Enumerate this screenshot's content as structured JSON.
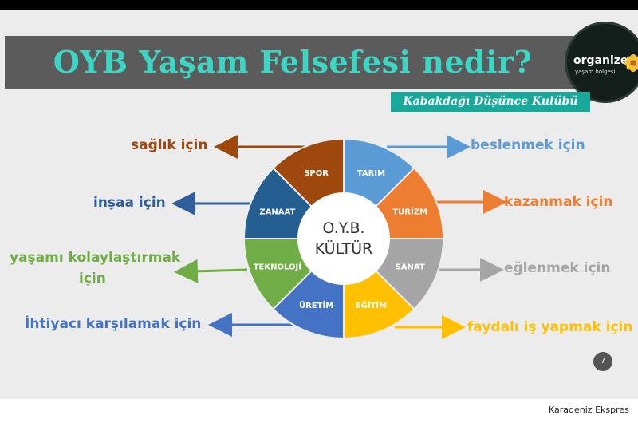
{
  "title": "OYB Yaşam Felsefesi nedir?",
  "club": "Kabakdağı Düşünce Kulübü",
  "logo": {
    "line1": "organize",
    "line2": "yaşam bölgesi",
    "icon": "flower-icon"
  },
  "center": {
    "line1": "O.Y.B.",
    "line2": "KÜLTÜR"
  },
  "segments": [
    {
      "label": "TARIM",
      "color": "#5b9bd5"
    },
    {
      "label": "TURİZM",
      "color": "#ed7d31"
    },
    {
      "label": "SANAT",
      "color": "#a5a5a5"
    },
    {
      "label": "EĞİTİM",
      "color": "#ffc000"
    },
    {
      "label": "ÜRETİM",
      "color": "#4472c4"
    },
    {
      "label": "TEKNOLOJİ",
      "color": "#70ad47"
    },
    {
      "label": "ZANAAT",
      "color": "#255e91"
    },
    {
      "label": "SPOR",
      "color": "#9e480e"
    }
  ],
  "purposes": {
    "beslenmek": "beslenmek için",
    "kazanmak": "kazanmak için",
    "eglenmek": "eğlenmek için",
    "faydali": "faydalı iş yapmak için",
    "ihtiyaci": "İhtiyacı karşılamak için",
    "yasami_line1": "yaşamı kolaylaştırmak",
    "yasami_line2": "için",
    "insaa": "inşaa için",
    "saglik": "sağlık için"
  },
  "page_number": "7",
  "footer": "Karadeniz Ekspres"
}
